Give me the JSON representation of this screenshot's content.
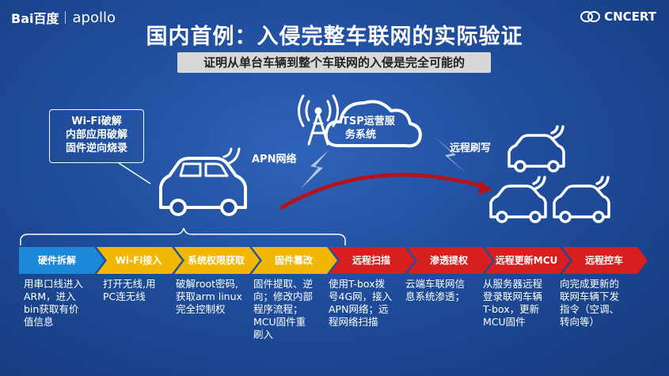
{
  "header": {
    "logo_left_baidu": "Bai百度",
    "logo_left_apollo": "apollo",
    "logo_right": "CNCERT",
    "title": "国内首例：入侵完整车联网的实际验证",
    "subtitle": "证明从单台车辆到整个车联网的入侵是完全可能的"
  },
  "diagram": {
    "callout": [
      "Wi-Fi破解",
      "内部应用破解",
      "固件逆向烧录"
    ],
    "apn_label": "APN网络",
    "tsp_label_line1": "TSP运营服",
    "tsp_label_line2": "务系统",
    "remote_flash_label": "远程刷写"
  },
  "colors": {
    "blue_step": "#1e88d8",
    "yellow_step": "#f2b705",
    "red_step": "#d81e1e",
    "attack_arc": "#b3141c"
  },
  "steps": [
    {
      "label": "硬件拆解",
      "color": "blue"
    },
    {
      "label": "Wi-Fi接入",
      "color": "yellow"
    },
    {
      "label": "系统权限获取",
      "color": "yellow"
    },
    {
      "label": "固件篡改",
      "color": "yellow"
    },
    {
      "label": "远程扫描",
      "color": "red"
    },
    {
      "label": "渗透提权",
      "color": "red"
    },
    {
      "label": "远程更新MCU",
      "color": "red"
    },
    {
      "label": "远程控车",
      "color": "red"
    }
  ],
  "descriptions": [
    [
      "用串口线进入",
      "ARM，进入",
      "bin获取有价",
      "值信息"
    ],
    [
      "打开无线,用",
      "PC连无线"
    ],
    [
      "破解root密码,",
      "获取arm linux",
      "完全控制权"
    ],
    [
      "固件提取、逆",
      "向；修改内部",
      "程序流程；",
      "MCU固件重",
      "刷入"
    ],
    [
      "使用T-box拨",
      "号4G网，接入",
      "APN网络；远",
      "程网络扫描"
    ],
    [
      "云端车联网信",
      "息系统渗透；"
    ],
    [
      "从服务器远程",
      "登录联网车辆",
      "T-box，更新",
      "MCU固件"
    ],
    [
      "向完成更新的",
      "联网车辆下发",
      "指令（空调、",
      "转向等）"
    ]
  ]
}
